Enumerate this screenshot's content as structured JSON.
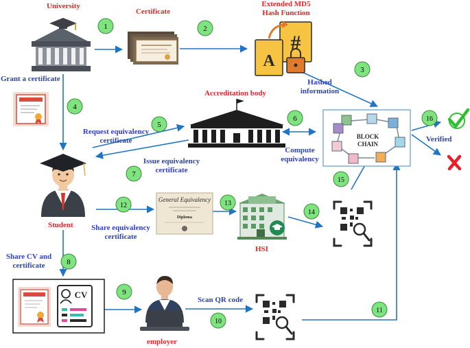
{
  "labels": {
    "university": "University",
    "certificate": "Certificate",
    "md5_line1": "Extended MD5",
    "md5_line2": "Hash Function",
    "grant": "Grant a certificate",
    "hashed_line1": "Hashed",
    "hashed_line2": "information",
    "accreditation": "Accreditation body",
    "request_line1": "Request equivalency",
    "request_line2": "certificate",
    "issue_line1": "Issue equivalency",
    "issue_line2": "certificate",
    "compute_line1": "Compute",
    "compute_line2": "equivalency",
    "verified": "Verified",
    "student": "Student",
    "share_eq_line1": "Share equivalency",
    "share_eq_line2": "certificate",
    "hsi": "HSI",
    "share_cv_line1": "Share CV and",
    "share_cv_line2": "certificate",
    "scan": "Scan QR code",
    "employer": "employer"
  },
  "steps": [
    "1",
    "2",
    "3",
    "4",
    "5",
    "6",
    "7",
    "8",
    "9",
    "10",
    "11",
    "12",
    "13",
    "14",
    "15",
    "16"
  ],
  "blockchain": {
    "line1": "BLOCK",
    "line2": "CHAIN"
  },
  "equivalency_doc": {
    "title": "General Equivalency",
    "subtitle": "Diploma"
  },
  "cv_doc": {
    "title": "CV"
  },
  "icons": [
    "university-icon",
    "certificate-stack-icon",
    "md5-hash-icon",
    "certificate-icon",
    "accreditation-building-icon",
    "blockchain-icon",
    "checkmark-icon",
    "cross-icon",
    "student-icon",
    "equivalency-certificate-icon",
    "hsi-building-icon",
    "qr-scan-icon",
    "cv-certificate-icon",
    "employer-icon"
  ],
  "colors": {
    "arrow": "#1f74c4",
    "title_red": "#e32626",
    "label_blue": "#2b3fc0",
    "step_green": "#7fe37f",
    "verified_green": "#2ec12e",
    "reject_red": "#e8202a"
  }
}
